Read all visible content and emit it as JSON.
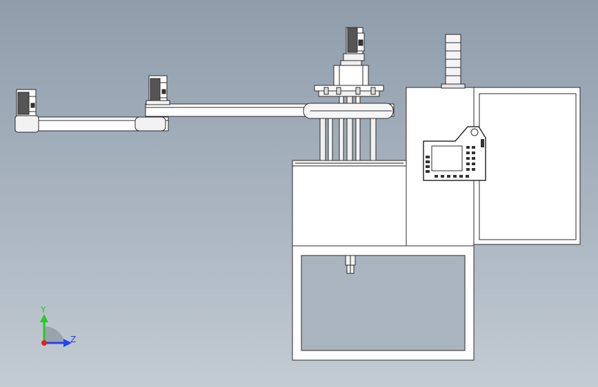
{
  "viewport": {
    "background_top": "#8f9dab",
    "background_bottom": "#c3cbd3"
  },
  "model": {
    "line_color": "#2a2a2a",
    "part_fill": "#ffffff",
    "shade_fill": "#e8e8e8",
    "pendant_screen": "#ffffff",
    "components": [
      "servo-motor-left",
      "servo-motor-middle",
      "servo-motor-top",
      "scara-arm-link-1",
      "scara-arm-link-2",
      "pillar-column-assembly",
      "signal-tower-light",
      "control-cabinet",
      "teach-pendant",
      "base-frame"
    ]
  },
  "triad": {
    "y_label": "Y",
    "z_label": "Z",
    "y_color": "#22cc22",
    "z_color": "#2244ee",
    "origin_color": "#dd2222"
  }
}
